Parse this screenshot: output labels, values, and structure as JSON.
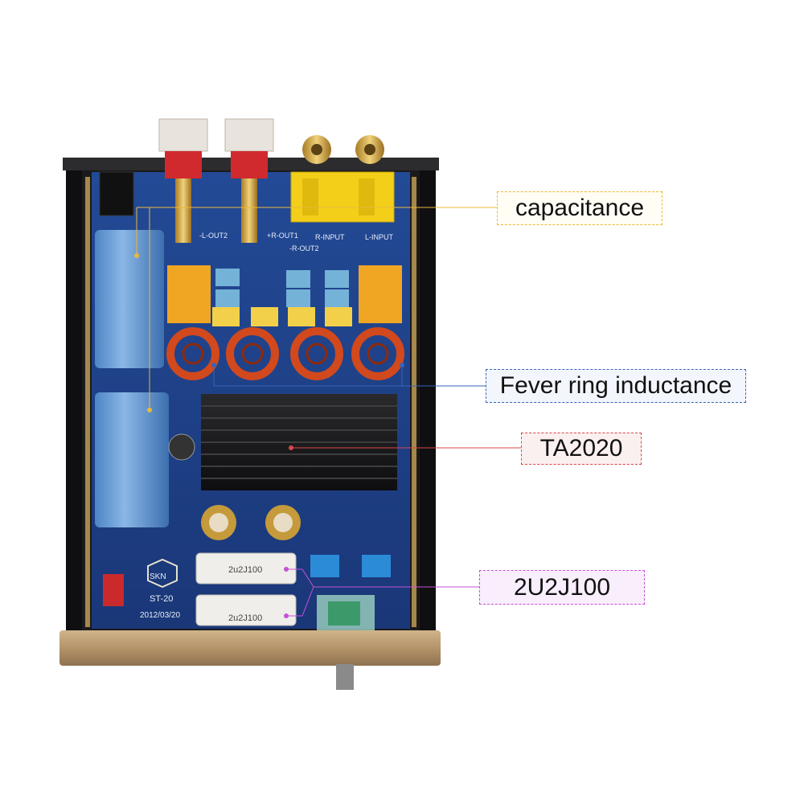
{
  "labels": {
    "capacitance": "capacitance",
    "fever_ring": "Fever ring inductance",
    "ta2020": "TA2020",
    "part_2u2j100": "2U2J100"
  },
  "board_markings": {
    "l_out2": "-L-OUT2",
    "r_out1": "+R-OUT1",
    "r_out2": "-R-OUT2",
    "r_input": "R-INPUT",
    "l_input": "L-INPUT",
    "logo": "SKN",
    "model": "ST-20",
    "date": "2012/03/20",
    "film_cap_1": "2u2J100",
    "film_cap_2": "2u2J100"
  },
  "colors": {
    "capacitance_line": "#e9b93a",
    "fever_line": "#3a63b8",
    "ta2020_line": "#d9474a",
    "part_line": "#c651d6",
    "pcb": "#1f3f86",
    "base_plate": "#b89a70"
  }
}
